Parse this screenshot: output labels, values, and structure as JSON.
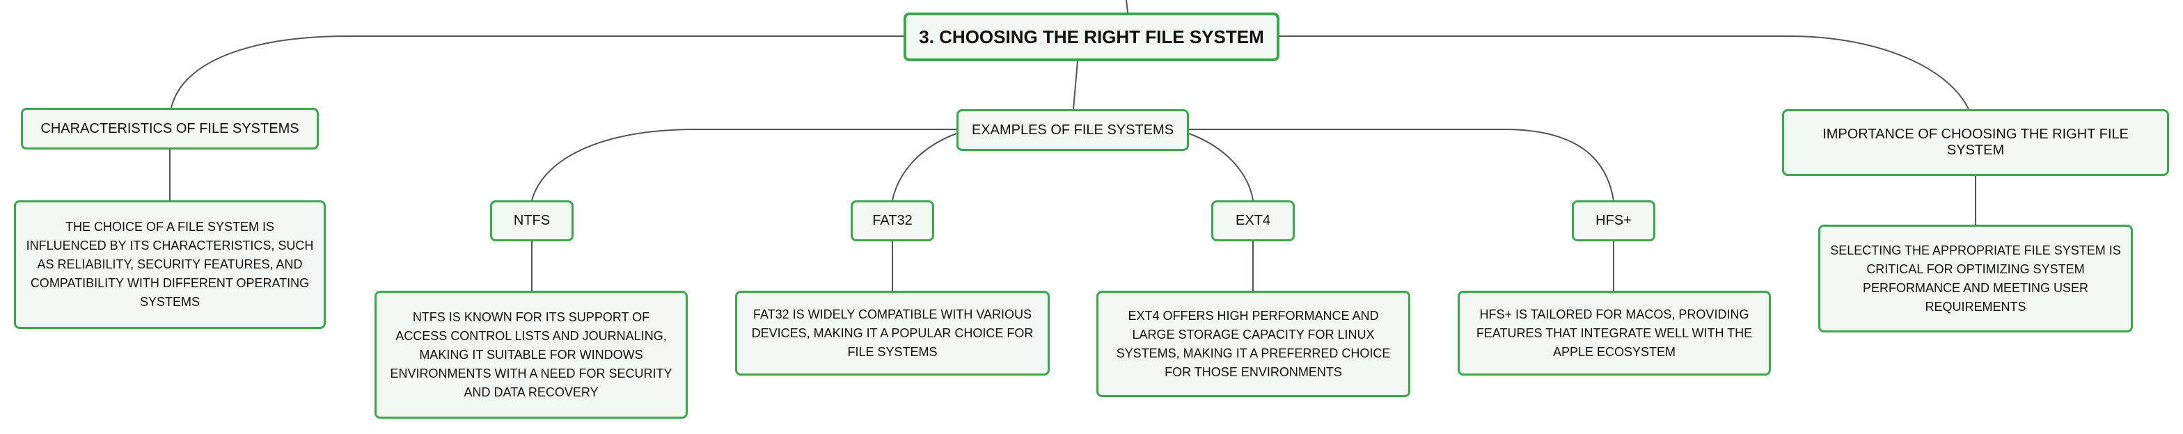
{
  "colors": {
    "border": "#3ea64f",
    "fill": "#f1f8f3",
    "connector": "#555555"
  },
  "root": {
    "label": "3. CHOOSING THE RIGHT FILE SYSTEM"
  },
  "branches": {
    "characteristics": {
      "label": "CHARACTERISTICS OF FILE SYSTEMS",
      "description": "THE CHOICE OF A FILE SYSTEM IS INFLUENCED BY ITS CHARACTERISTICS, SUCH AS RELIABILITY, SECURITY FEATURES, AND COMPATIBILITY WITH DIFFERENT OPERATING SYSTEMS"
    },
    "examples": {
      "label": "EXAMPLES OF FILE SYSTEMS",
      "items": [
        {
          "label": "NTFS",
          "description": "NTFS IS KNOWN FOR ITS SUPPORT OF ACCESS CONTROL LISTS AND JOURNALING, MAKING IT SUITABLE FOR WINDOWS ENVIRONMENTS WITH A NEED FOR SECURITY AND DATA RECOVERY"
        },
        {
          "label": "FAT32",
          "description": "FAT32 IS WIDELY COMPATIBLE WITH VARIOUS DEVICES, MAKING IT A POPULAR CHOICE FOR FILE SYSTEMS"
        },
        {
          "label": "EXT4",
          "description": "EXT4 OFFERS HIGH PERFORMANCE AND LARGE STORAGE CAPACITY FOR LINUX SYSTEMS, MAKING IT A PREFERRED CHOICE FOR THOSE ENVIRONMENTS"
        },
        {
          "label": "HFS+",
          "description": "HFS+ IS TAILORED FOR MACOS, PROVIDING FEATURES THAT INTEGRATE WELL WITH THE APPLE ECOSYSTEM"
        }
      ]
    },
    "importance": {
      "label": "IMPORTANCE OF CHOOSING THE RIGHT FILE SYSTEM",
      "description": "SELECTING THE APPROPRIATE FILE SYSTEM IS CRITICAL FOR OPTIMIZING SYSTEM PERFORMANCE AND MEETING USER REQUIREMENTS"
    }
  }
}
